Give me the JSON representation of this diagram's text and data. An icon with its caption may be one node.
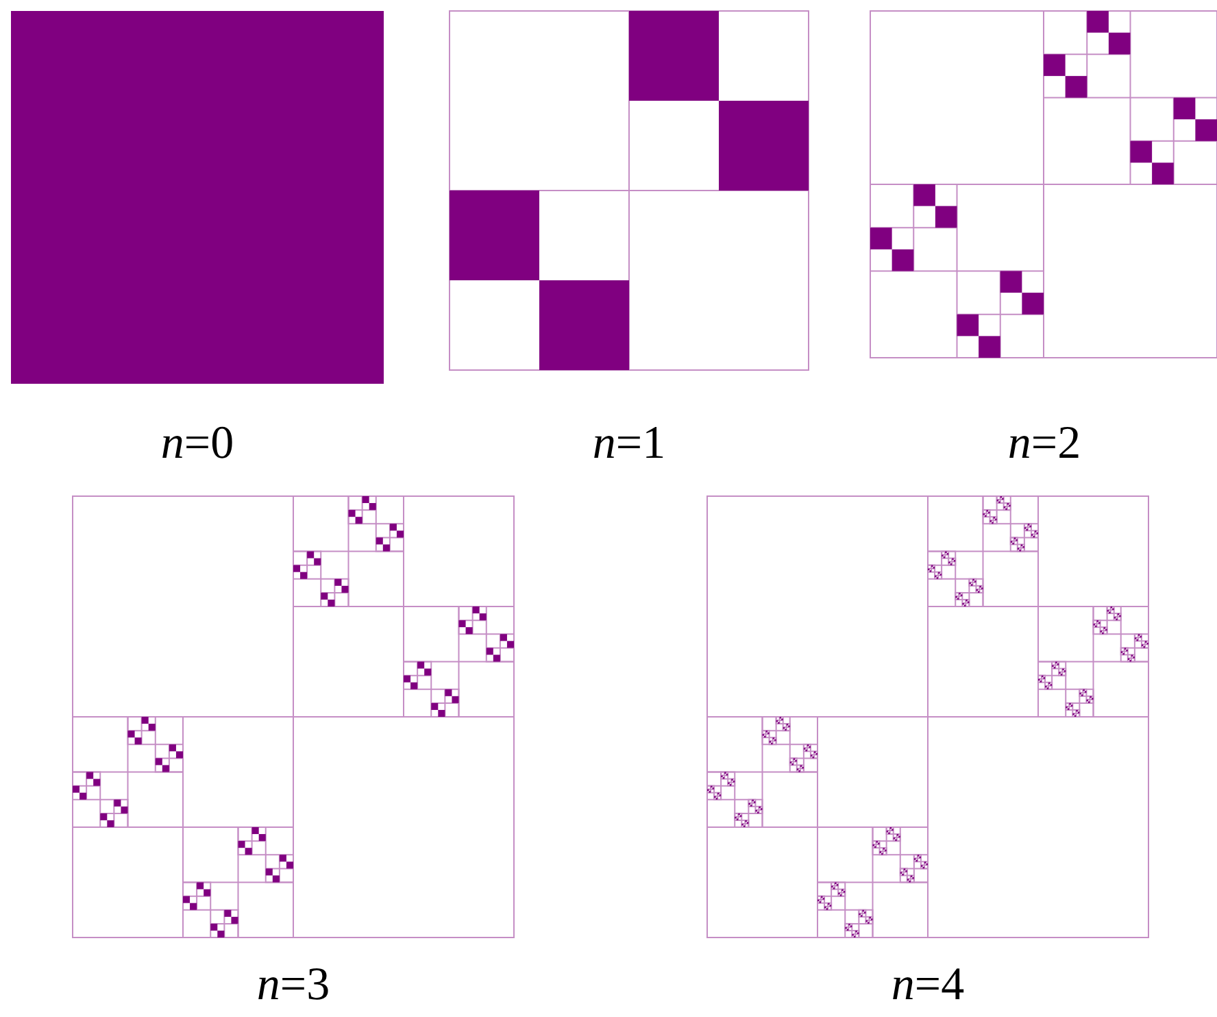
{
  "diagram": {
    "labels": [
      "*n*=0",
      "*n*=1",
      "*n*=2",
      "*n*=3",
      "*n*=4"
    ]
  }
}
